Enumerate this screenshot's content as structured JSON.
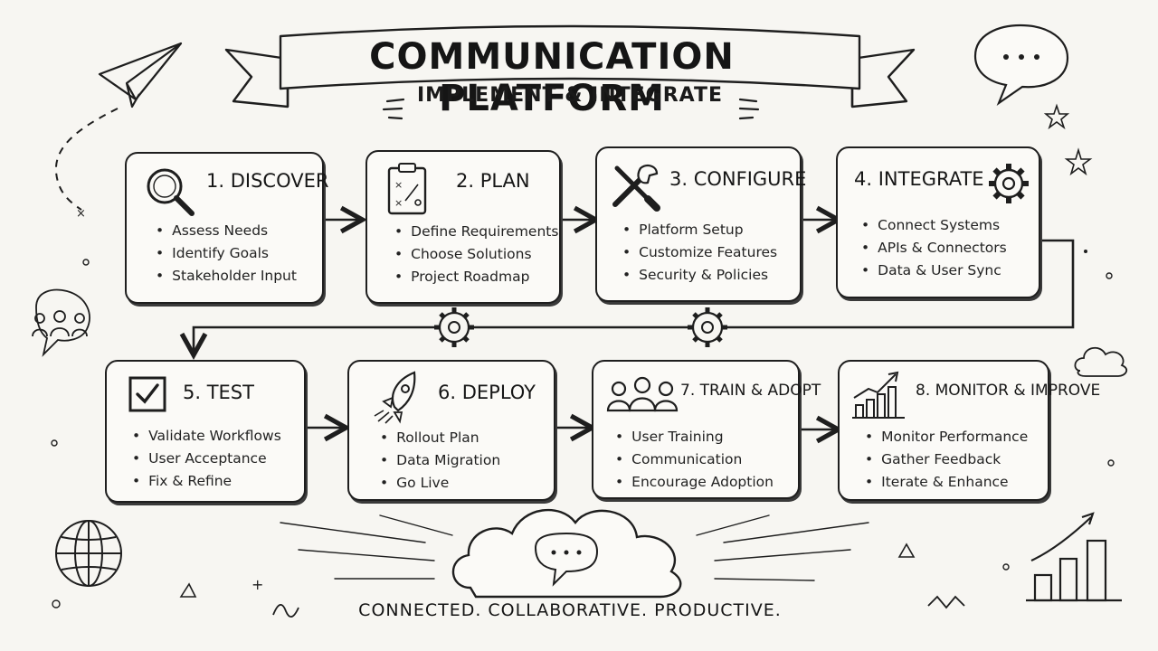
{
  "title": "COMMUNICATION PLATFORM",
  "subtitle": "IMPLEMENT & INTEGRATE",
  "tagline": "CONNECTED. COLLABORATIVE. PRODUCTIVE.",
  "steps": [
    {
      "label": "1. DISCOVER",
      "icon": "magnifier-icon",
      "items": [
        "Assess Needs",
        "Identify Goals",
        "Stakeholder Input"
      ]
    },
    {
      "label": "2. PLAN",
      "icon": "clipboard-plan-icon",
      "items": [
        "Define Requirements",
        "Choose Solutions",
        "Project Roadmap"
      ]
    },
    {
      "label": "3. CONFIGURE",
      "icon": "tools-icon",
      "items": [
        "Platform Setup",
        "Customize Features",
        "Security & Policies"
      ]
    },
    {
      "label": "4. INTEGRATE",
      "icon": "gear-icon",
      "items": [
        "Connect Systems",
        "APIs & Connectors",
        "Data & User Sync"
      ]
    },
    {
      "label": "5. TEST",
      "icon": "checkbox-icon",
      "items": [
        "Validate Workflows",
        "User Acceptance",
        "Fix & Refine"
      ]
    },
    {
      "label": "6. DEPLOY",
      "icon": "rocket-icon",
      "items": [
        "Rollout Plan",
        "Data Migration",
        "Go Live"
      ]
    },
    {
      "label": "7. TRAIN & ADOPT",
      "icon": "people-icon",
      "items": [
        "User Training",
        "Communication",
        "Encourage Adoption"
      ]
    },
    {
      "label": "8. MONITOR & IMPROVE",
      "icon": "growth-chart-icon",
      "items": [
        "Monitor Performance",
        "Gather Feedback",
        "Iterate & Enhance"
      ]
    }
  ]
}
